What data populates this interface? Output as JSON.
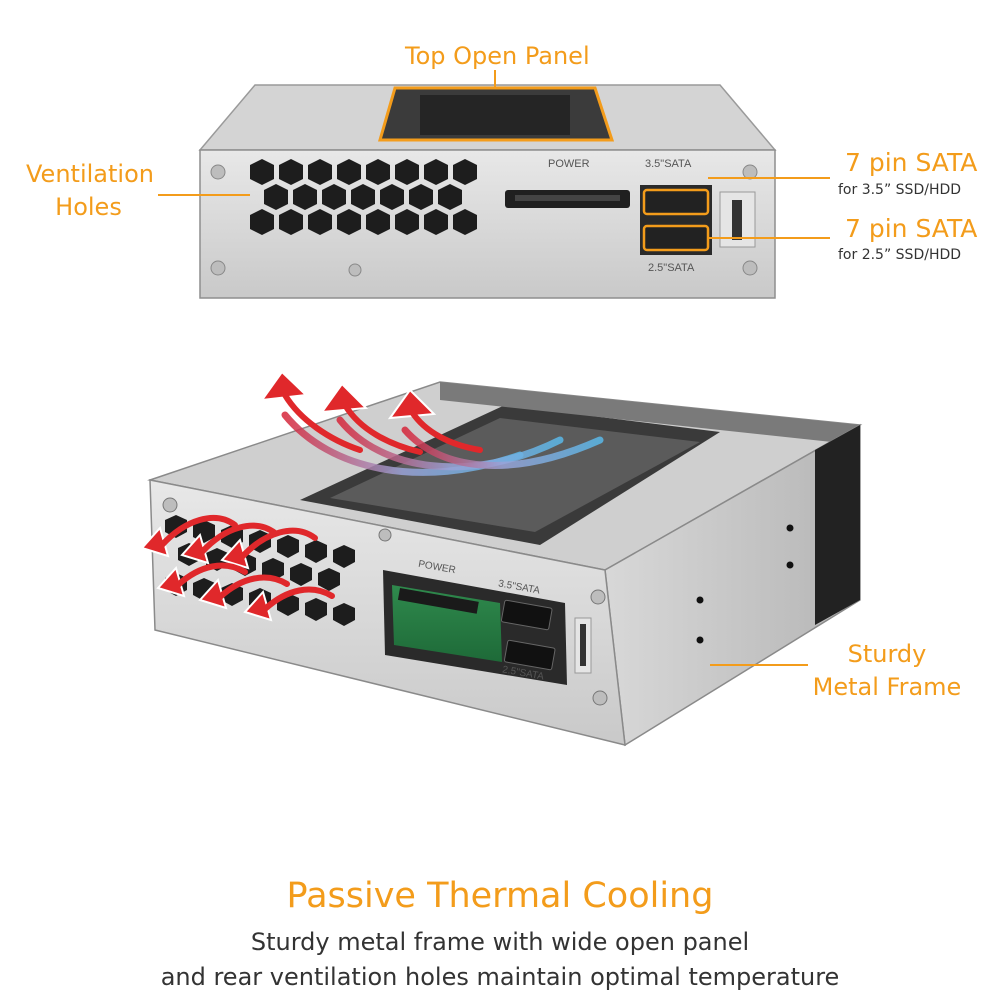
{
  "callouts": {
    "top_open_panel": "Top Open Panel",
    "ventilation_line1": "Ventilation",
    "ventilation_line2": "Holes",
    "sata35_title": "7 pin SATA",
    "sata35_sub": "for 3.5” SSD/HDD",
    "sata25_title": "7 pin SATA",
    "sata25_sub": "for 2.5” SSD/HDD",
    "frame_line1": "Sturdy",
    "frame_line2": "Metal Frame"
  },
  "device_labels": {
    "power": "POWER",
    "sata35": "3.5\"SATA",
    "sata25": "2.5\"SATA"
  },
  "footer": {
    "headline": "Passive Thermal Cooling",
    "line1": "Sturdy metal frame with wide open panel",
    "line2": "and rear ventilation holes maintain optimal temperature"
  },
  "colors": {
    "accent": "#f39c1b",
    "arrow": "#e0282b",
    "text": "#333333"
  }
}
